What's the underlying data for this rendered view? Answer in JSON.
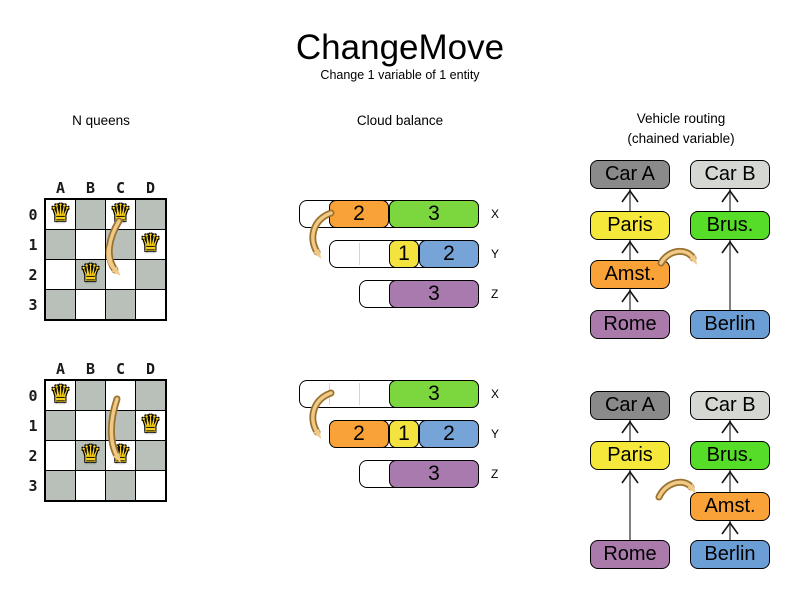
{
  "title": "ChangeMove",
  "subtitle": "Change 1 variable of 1 entity",
  "sections": {
    "nqueens": {
      "header": "N queens",
      "queen_symbol": "♛",
      "column_labels": [
        "A",
        "B",
        "C",
        "D"
      ],
      "row_labels": [
        "0",
        "1",
        "2",
        "3"
      ],
      "before": {
        "queens": [
          "A0",
          "C0",
          "D1",
          "B2"
        ]
      },
      "after": {
        "queens": [
          "A0",
          "D1",
          "B2",
          "C2"
        ]
      }
    },
    "cloud": {
      "header": "Cloud balance",
      "before": [
        {
          "label": "X",
          "capacity": 6,
          "blocks": [
            {
              "value": 2,
              "color": "orange"
            },
            {
              "value": 3,
              "color": "green"
            }
          ]
        },
        {
          "label": "Y",
          "capacity": 5,
          "blocks": [
            {
              "value": 1,
              "color": "yellow"
            },
            {
              "value": 2,
              "color": "blue"
            }
          ]
        },
        {
          "label": "Z",
          "capacity": 4,
          "blocks": [
            {
              "value": 3,
              "color": "purple"
            }
          ]
        }
      ],
      "after": [
        {
          "label": "X",
          "capacity": 6,
          "blocks": [
            {
              "value": 3,
              "color": "green"
            }
          ]
        },
        {
          "label": "Y",
          "capacity": 5,
          "blocks": [
            {
              "value": 2,
              "color": "orange"
            },
            {
              "value": 1,
              "color": "yellow"
            },
            {
              "value": 2,
              "color": "blue"
            }
          ]
        },
        {
          "label": "Z",
          "capacity": 4,
          "blocks": [
            {
              "value": 3,
              "color": "purple"
            }
          ]
        }
      ]
    },
    "vehicle": {
      "header_line1": "Vehicle routing",
      "header_line2": "(chained variable)",
      "before": {
        "chains": [
          {
            "vehicle": "Car A",
            "stops": [
              "Rome",
              "Amst.",
              "Paris"
            ]
          },
          {
            "vehicle": "Car B",
            "stops": [
              "Berlin",
              "Brus."
            ]
          }
        ]
      },
      "after": {
        "chains": [
          {
            "vehicle": "Car A",
            "stops": [
              "Rome",
              "Paris"
            ]
          },
          {
            "vehicle": "Car B",
            "stops": [
              "Berlin",
              "Amst.",
              "Brus."
            ]
          }
        ]
      }
    }
  },
  "colors": {
    "process": {
      "orange": "#f9a238",
      "green": "#7bd73d",
      "yellow": "#f4e23e",
      "blue": "#76a4d6",
      "purple": "#a87aad"
    },
    "boxes": {
      "Car A": "#8a8a8a",
      "Car B": "#d5d8d2",
      "Paris": "#f6e83a",
      "Brus.": "#56dd27",
      "Amst.": "#f9a238",
      "Rome": "#aa7aab",
      "Berlin": "#6b9ed4"
    },
    "board_dark": "#b9bfb9",
    "queen": "#f6d01c",
    "move_arrow_fill": "#f0c987",
    "move_arrow_outline": "#9a7230",
    "chain_line": "#7f7f7f"
  }
}
